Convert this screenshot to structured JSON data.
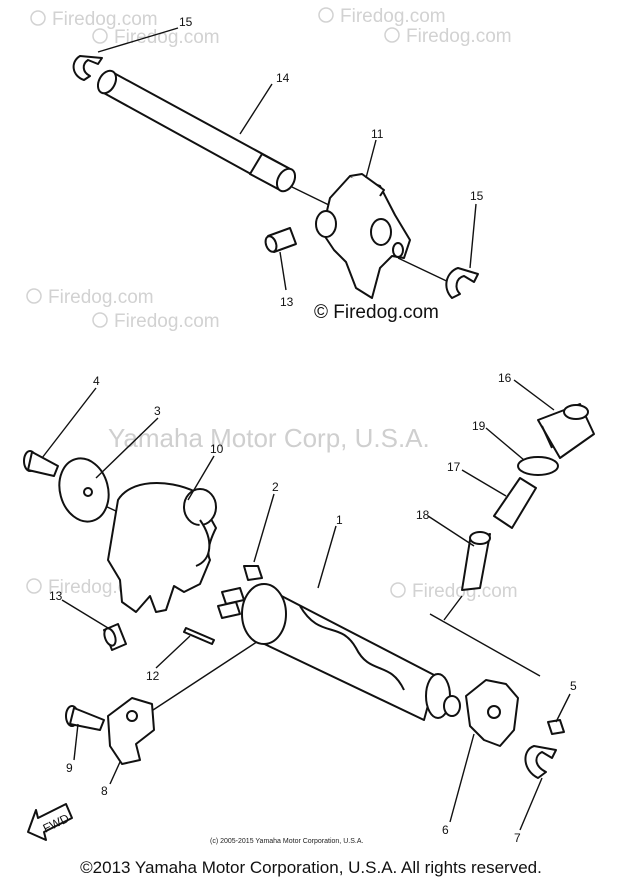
{
  "watermark": {
    "site": "Firedog.com",
    "copyright_symbol": "©",
    "center_text": "Yamaha Motor Corp, U.S.A."
  },
  "brand_mark": "© Firedog.com",
  "small_copyright": "(c) 2005-2015 Yamaha Motor Corporation, U.S.A.",
  "fwd_label": "FWD",
  "footer": "©2013 Yamaha Motor Corporation, U.S.A. All rights reserved.",
  "callouts": {
    "c1": "1",
    "c2": "2",
    "c3": "3",
    "c4": "4",
    "c5": "5",
    "c6": "6",
    "c7": "7",
    "c8": "8",
    "c9": "9",
    "c10": "10",
    "c11": "11",
    "c12": "12",
    "c13_top": "13",
    "c13_bottom": "13",
    "c14": "14",
    "c15_top": "15",
    "c15_right": "15",
    "c16": "16",
    "c17": "17",
    "c18": "18",
    "c19": "19"
  }
}
